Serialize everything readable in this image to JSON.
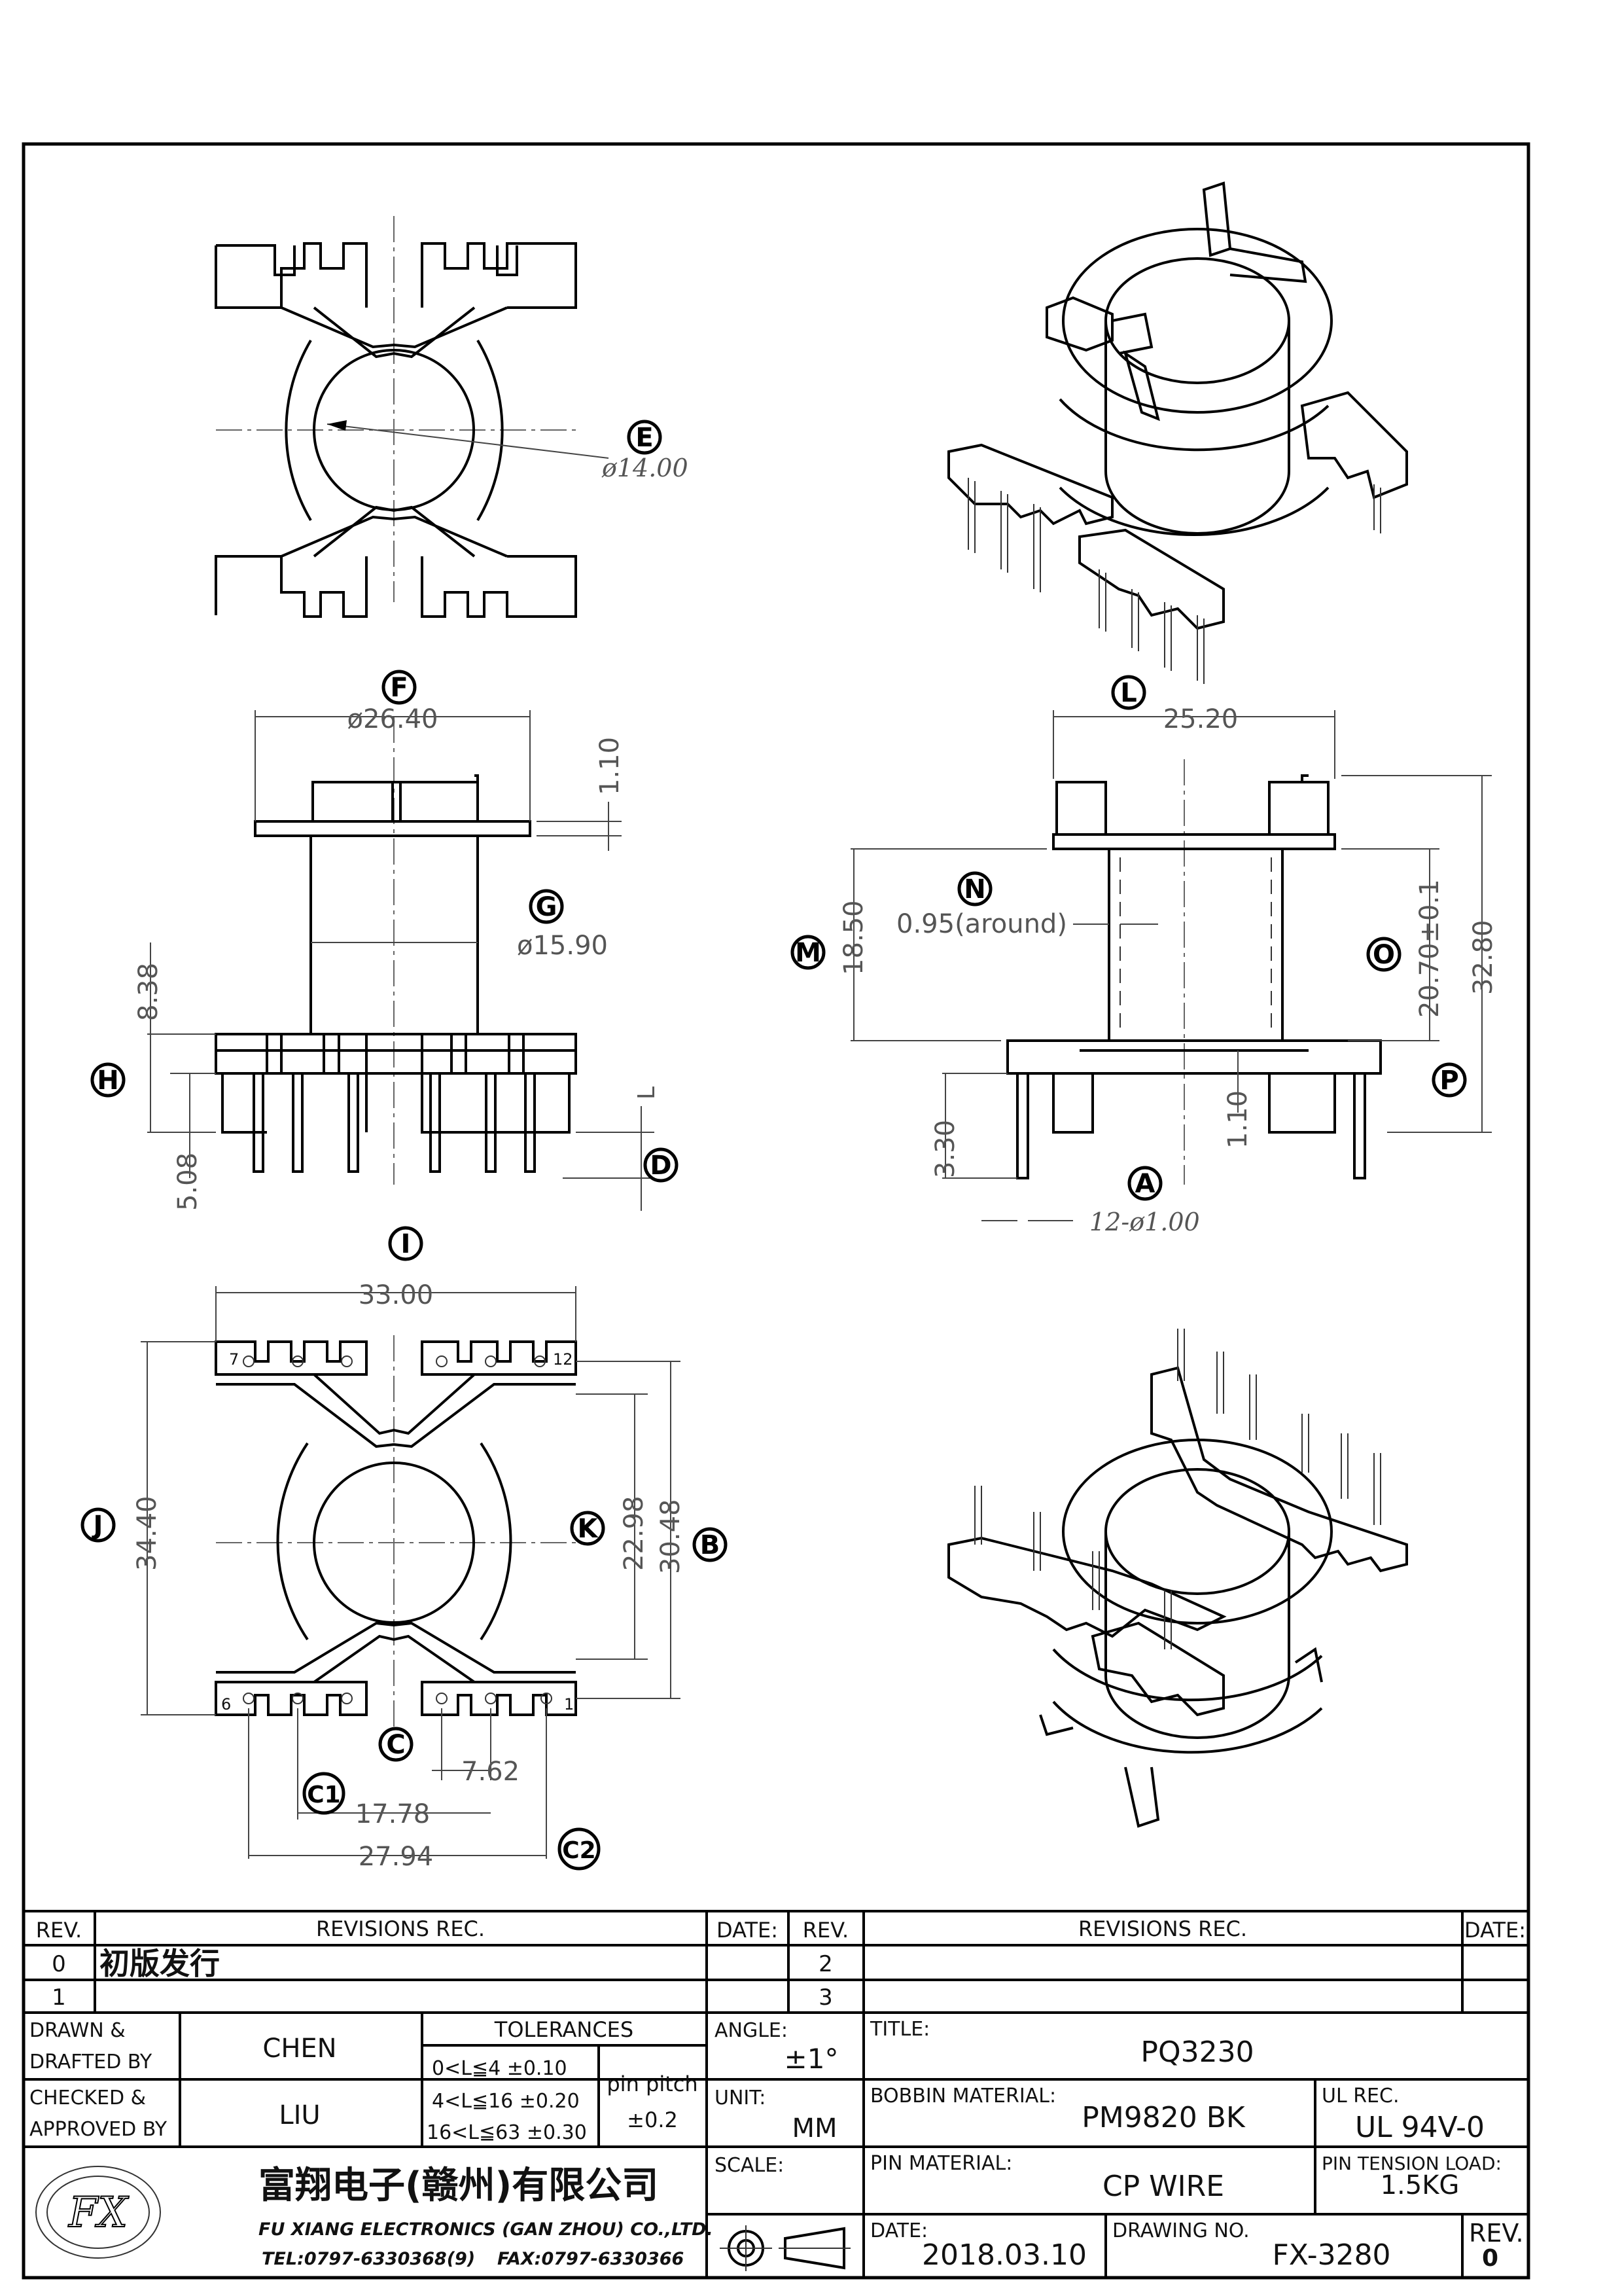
{
  "drawing": {
    "callouts": {
      "E": {
        "letter": "E",
        "value": "ø14.00"
      },
      "F": {
        "letter": "F",
        "value": "ø26.40"
      },
      "G": {
        "letter": "G",
        "value": "ø15.90"
      },
      "H": {
        "letter": "H",
        "value": "8.38"
      },
      "D": {
        "letter": "D",
        "value": "5.08"
      },
      "top_flange": "1.10",
      "L_marker": "L",
      "L": {
        "letter": "L",
        "value": "25.20"
      },
      "M": {
        "letter": "M",
        "value": "18.50"
      },
      "N": {
        "letter": "N",
        "value": "0.95(around)"
      },
      "O": {
        "letter": "O",
        "value": "20.70±0.1"
      },
      "P": {
        "letter": "P",
        "value": "32.80"
      },
      "A": {
        "letter": "A",
        "value": "12-ø1.00"
      },
      "pin_len": "3.30",
      "base_flange": "1.10",
      "I": {
        "letter": "I",
        "value": "33.00"
      },
      "J": {
        "letter": "J",
        "value": "34.40"
      },
      "K": {
        "letter": "K",
        "value": "22.98"
      },
      "B": {
        "letter": "B",
        "value": "30.48"
      },
      "C": {
        "letter": "C",
        "value": "7.62"
      },
      "C1": {
        "letter": "C1",
        "value": "17.78"
      },
      "C2": {
        "letter": "C2",
        "value": "27.94"
      },
      "pins": {
        "p7": "7",
        "p12": "12",
        "p6": "6",
        "p1": "1"
      }
    }
  },
  "revisions": {
    "header": {
      "rev": "REV.",
      "rec": "REVISIONS   REC.",
      "date": "DATE:"
    },
    "left_rows": [
      {
        "rev": "0",
        "text": "初版发行",
        "date": ""
      },
      {
        "rev": "1",
        "text": "",
        "date": ""
      }
    ],
    "right_rows": [
      {
        "rev": "2",
        "text": "",
        "date": ""
      },
      {
        "rev": "3",
        "text": "",
        "date": ""
      }
    ]
  },
  "titleblock": {
    "drawn_label1": "DRAWN &",
    "drawn_label2": "DRAFTED BY",
    "drawn_by": "CHEN",
    "checked_label1": "CHECKED &",
    "checked_label2": "APPROVED BY",
    "approved_by": "LIU",
    "tolerances": {
      "title": "TOLERANCES",
      "r1": "0<L≦4   ±0.10",
      "r2": "4<L≦16  ±0.20",
      "r3": "16<L≦63  ±0.30",
      "pitch_label": "pin pitch",
      "pitch_value": "±0.2"
    },
    "angle_label": "ANGLE:",
    "angle_value": "±1°",
    "unit_label": "UNIT:",
    "unit_value": "MM",
    "scale_label": "SCALE:",
    "title_label": "TITLE:",
    "title_value": "PQ3230",
    "bobbin_label": "BOBBIN MATERIAL:",
    "bobbin_value": "PM9820  BK",
    "ul_label": "UL REC.",
    "ul_value": "UL 94V-0",
    "pin_material_label": "PIN MATERIAL:",
    "pin_material_value": "CP  WIRE",
    "tension_label": "PIN TENSION LOAD:",
    "tension_value": "1.5KG",
    "date_label": "DATE:",
    "date_value": "2018.03.10",
    "drawing_no_label": "DRAWING NO.",
    "drawing_no_value": "FX-3280",
    "rev_label": "REV.",
    "rev_value": "0",
    "company_cn": "富翔电子(赣州)有限公司",
    "company_en": "FU XIANG ELECTRONICS (GAN ZHOU) CO.,LTD.",
    "tel": "TEL:0797-6330368(9)",
    "fax": "FAX:0797-6330366",
    "logo_text": "FX"
  }
}
